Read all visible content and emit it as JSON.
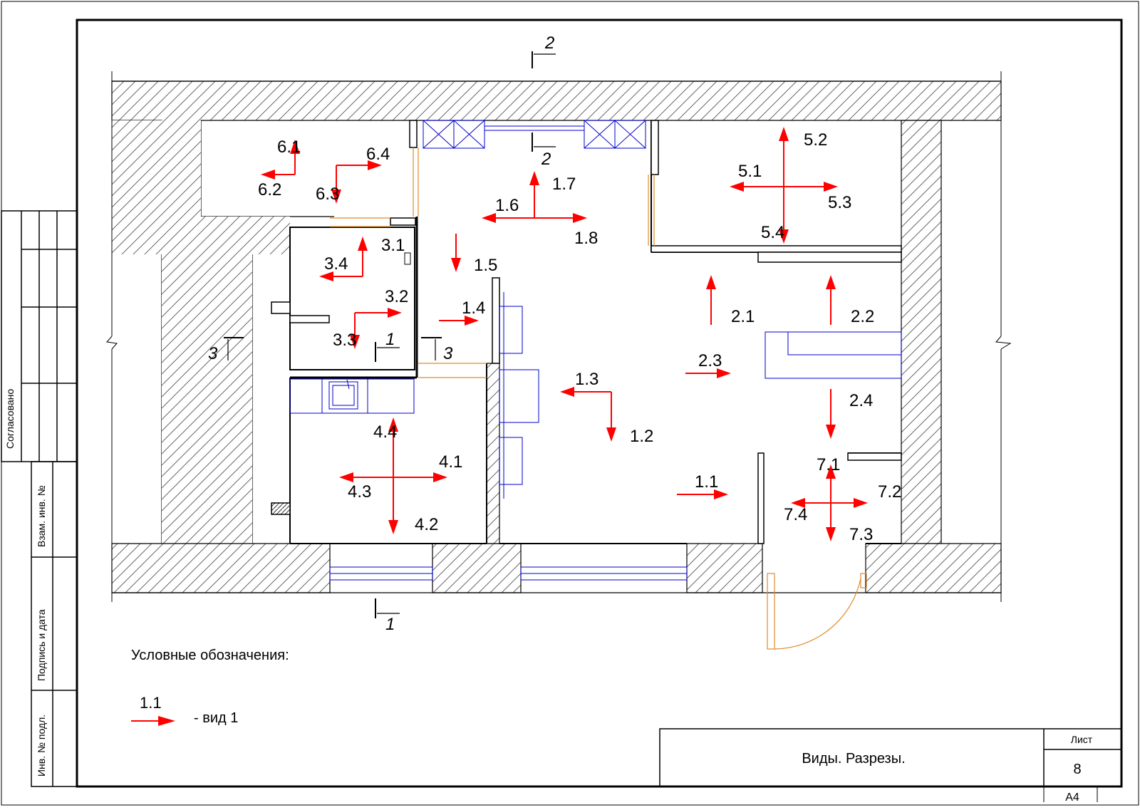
{
  "sheet": {
    "approved_label": "Согласовано",
    "inv_replace_label": "Взам. инв. №",
    "signature_date_label": "Подпись и дата",
    "inv_original_label": "Инв. № подл.",
    "title": "Виды. Разрезы.",
    "sheet_label": "Лист",
    "sheet_number": "8",
    "format": "А4"
  },
  "legend": {
    "heading": "Условные обозначения:",
    "sample_label": "1.1",
    "sample_text": "- вид 1"
  },
  "sections": [
    "2",
    "2",
    "3",
    "3",
    "1",
    "1"
  ],
  "colors": {
    "view_arrow": "#ff0000",
    "furniture": "#0000cc",
    "door_swing": "#e08a2a",
    "ink": "#000000"
  },
  "views": [
    {
      "id": "1.1",
      "dir": "right"
    },
    {
      "id": "1.2",
      "dir": "down"
    },
    {
      "id": "1.3",
      "dir": "left"
    },
    {
      "id": "1.4",
      "dir": "right"
    },
    {
      "id": "1.5",
      "dir": "down"
    },
    {
      "id": "1.6",
      "dir": "left"
    },
    {
      "id": "1.7",
      "dir": "up"
    },
    {
      "id": "1.8",
      "dir": "right"
    },
    {
      "id": "2.1",
      "dir": "up"
    },
    {
      "id": "2.2",
      "dir": "up"
    },
    {
      "id": "2.3",
      "dir": "right"
    },
    {
      "id": "2.4",
      "dir": "down"
    },
    {
      "id": "3.1",
      "dir": "up"
    },
    {
      "id": "3.2",
      "dir": "right"
    },
    {
      "id": "3.3",
      "dir": "down"
    },
    {
      "id": "3.4",
      "dir": "left"
    },
    {
      "id": "4.1",
      "dir": "right"
    },
    {
      "id": "4.2",
      "dir": "down"
    },
    {
      "id": "4.3",
      "dir": "left"
    },
    {
      "id": "4.4",
      "dir": "up"
    },
    {
      "id": "5.1",
      "dir": "left"
    },
    {
      "id": "5.2",
      "dir": "up"
    },
    {
      "id": "5.3",
      "dir": "right"
    },
    {
      "id": "5.4",
      "dir": "down"
    },
    {
      "id": "6.1",
      "dir": "up"
    },
    {
      "id": "6.2",
      "dir": "left"
    },
    {
      "id": "6.3",
      "dir": "down"
    },
    {
      "id": "6.4",
      "dir": "right"
    },
    {
      "id": "7.1",
      "dir": "up"
    },
    {
      "id": "7.2",
      "dir": "right"
    },
    {
      "id": "7.3",
      "dir": "down"
    },
    {
      "id": "7.4",
      "dir": "left"
    }
  ]
}
